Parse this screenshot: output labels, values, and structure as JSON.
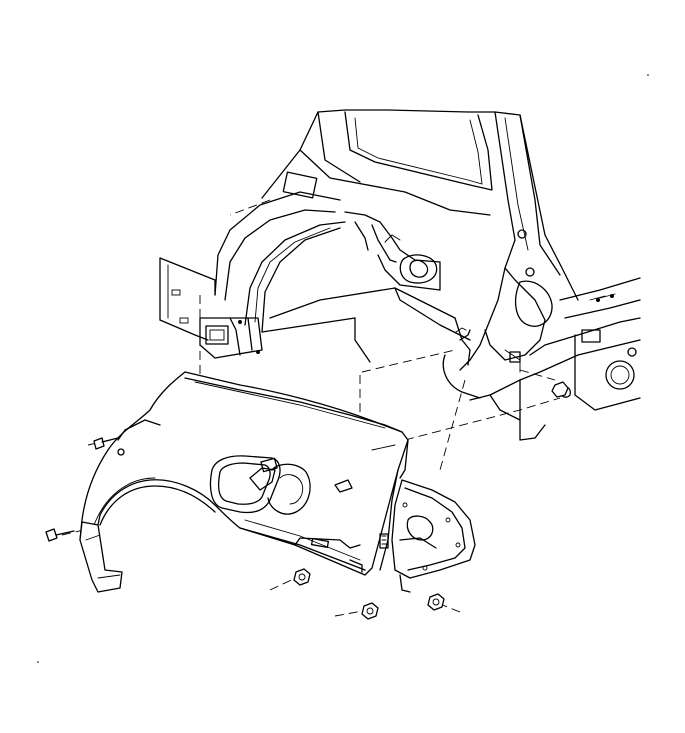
{
  "diagram": {
    "colors": {
      "line": "#000000",
      "background": "#ffffff"
    },
    "parts": [
      "vehicle-body-structure",
      "rear-door-opening",
      "inner-wheelhouse",
      "rear-body-panel",
      "quarter-outer-panel",
      "fuel-filler-door-opening",
      "tail-lamp-pocket",
      "retaining-bolts",
      "retaining-nuts"
    ]
  }
}
